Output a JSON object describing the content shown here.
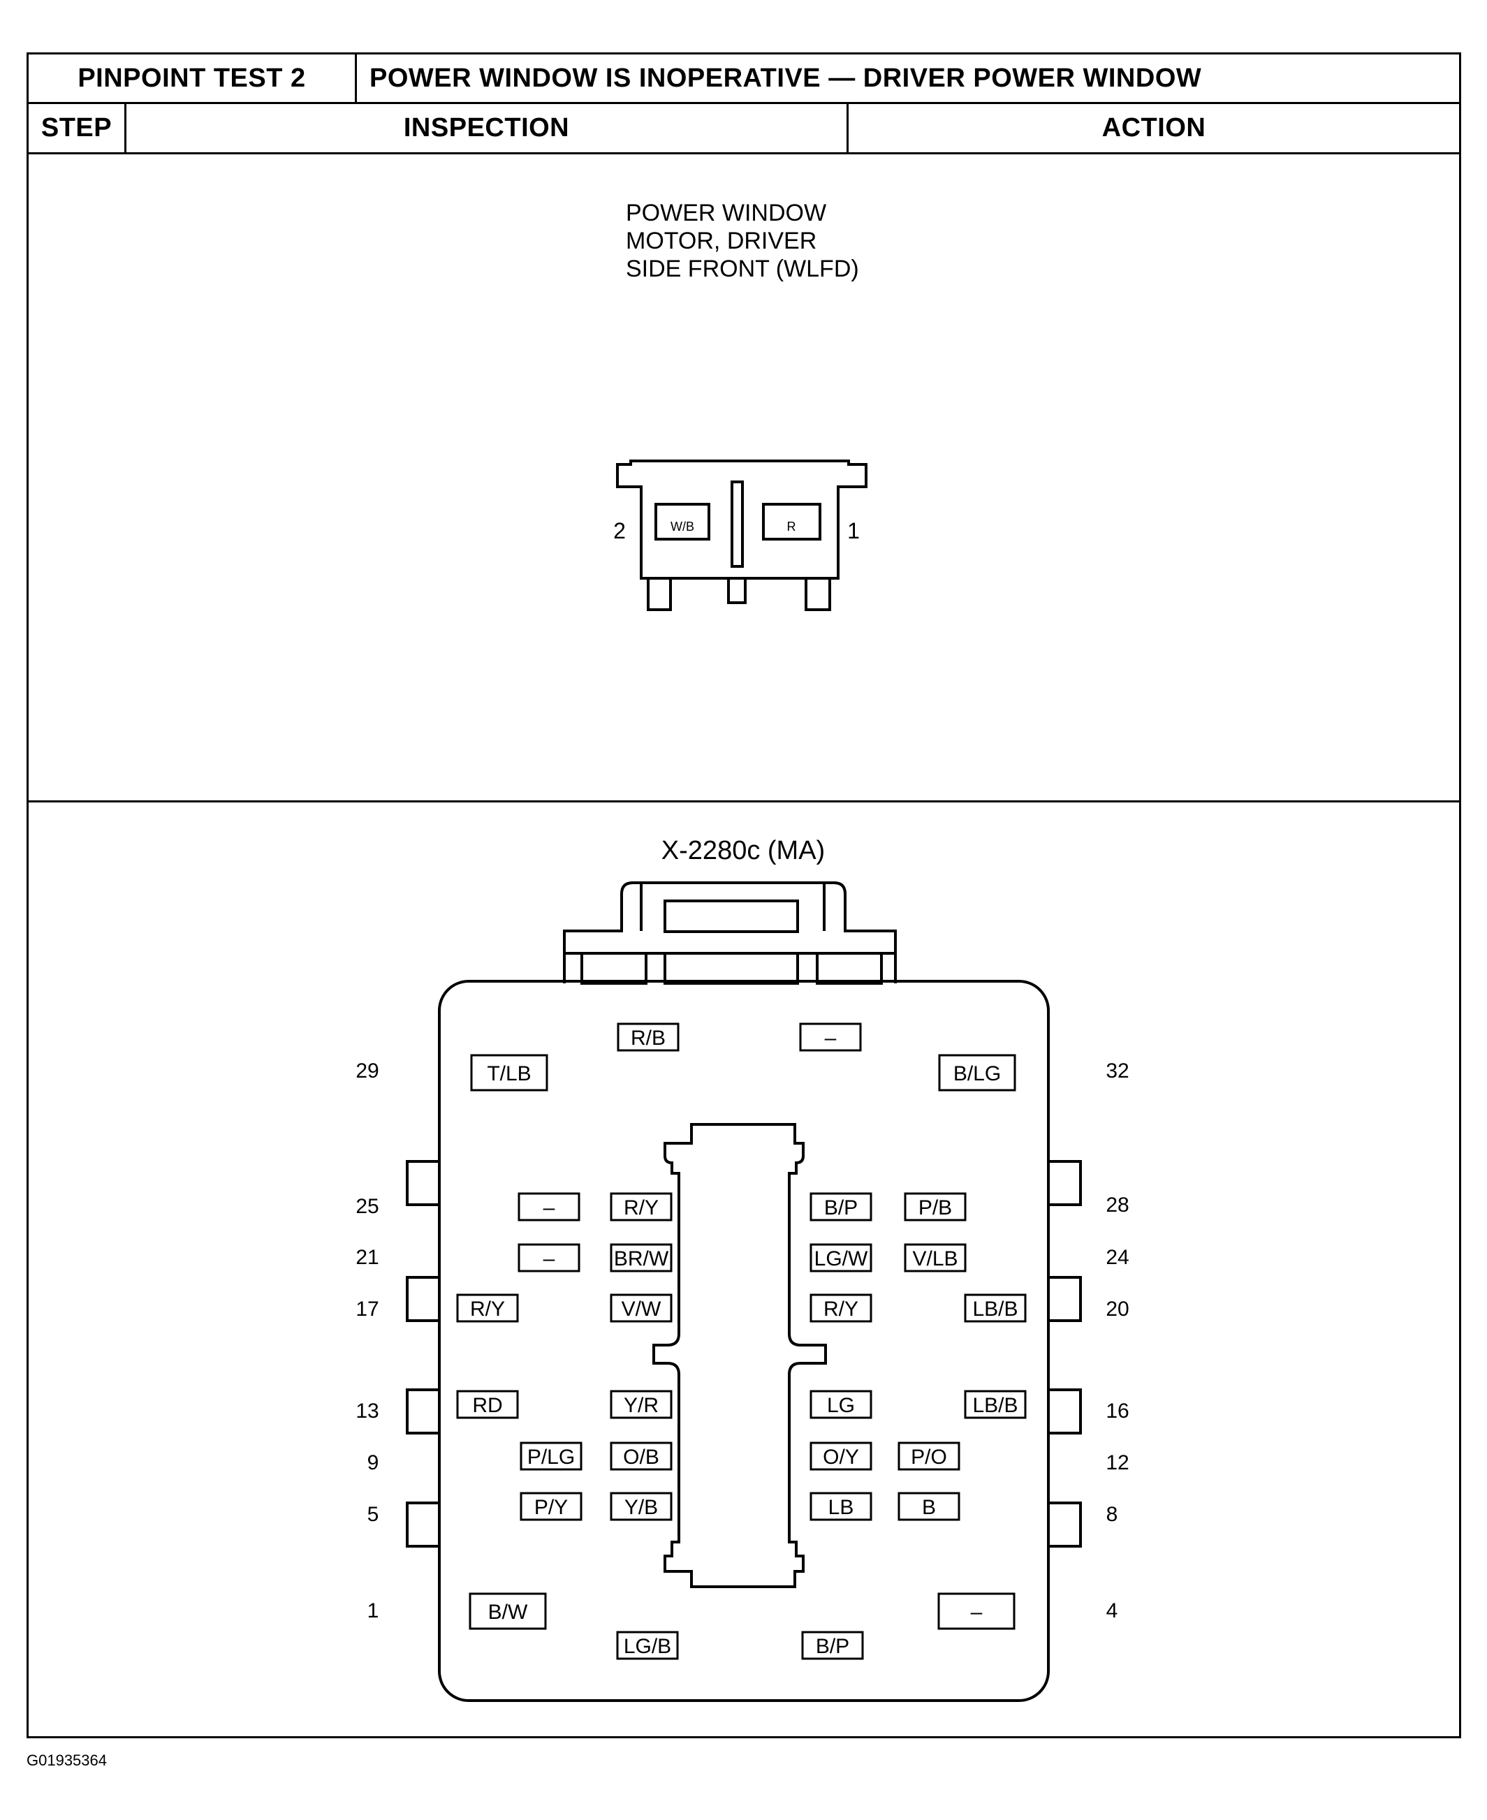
{
  "header": {
    "test_label": "PINPOINT TEST 2",
    "test_title": "POWER WINDOW IS INOPERATIVE — DRIVER POWER WINDOW",
    "col_step": "STEP",
    "col_inspection": "INSPECTION",
    "col_action": "ACTION"
  },
  "motor_connector": {
    "caption_line1": "POWER WINDOW",
    "caption_line2": "MOTOR, DRIVER",
    "caption_line3": "SIDE FRONT (WLFD)",
    "pin_left_number": "2",
    "pin_left_wire": "W/B",
    "pin_right_number": "1",
    "pin_right_wire": "R"
  },
  "main_connector": {
    "title": "X-2280c (MA)",
    "row_numbers": {
      "r29": "29",
      "r32": "32",
      "r25": "25",
      "r28": "28",
      "r21": "21",
      "r24": "24",
      "r17": "17",
      "r20": "20",
      "r13": "13",
      "r16": "16",
      "r9": "9",
      "r12": "12",
      "r5": "5",
      "r8": "8",
      "r1": "1",
      "r4": "4"
    },
    "pins": {
      "top_center_left": "R/B",
      "top_center_right": "–",
      "row29_left": "T/LB",
      "row32_right": "B/LG",
      "row25_a": "–",
      "row25_b": "R/Y",
      "row25_c": "B/P",
      "row25_d": "P/B",
      "row21_a": "–",
      "row21_b": "BR/W",
      "row21_c": "LG/W",
      "row21_d": "V/LB",
      "row17_a": "R/Y",
      "row17_b": "V/W",
      "row17_c": "R/Y",
      "row17_d": "LB/B",
      "row13_a": "RD",
      "row13_b": "Y/R",
      "row13_c": "LG",
      "row13_d": "LB/B",
      "row9_a": "P/LG",
      "row9_b": "O/B",
      "row9_c": "O/Y",
      "row9_d": "P/O",
      "row5_a": "P/Y",
      "row5_b": "Y/B",
      "row5_c": "LB",
      "row5_d": "B",
      "row1_left": "B/W",
      "row4_right": "–",
      "bottom_center_left": "LG/B",
      "bottom_center_right": "B/P"
    }
  },
  "figure_id": "G01935364"
}
